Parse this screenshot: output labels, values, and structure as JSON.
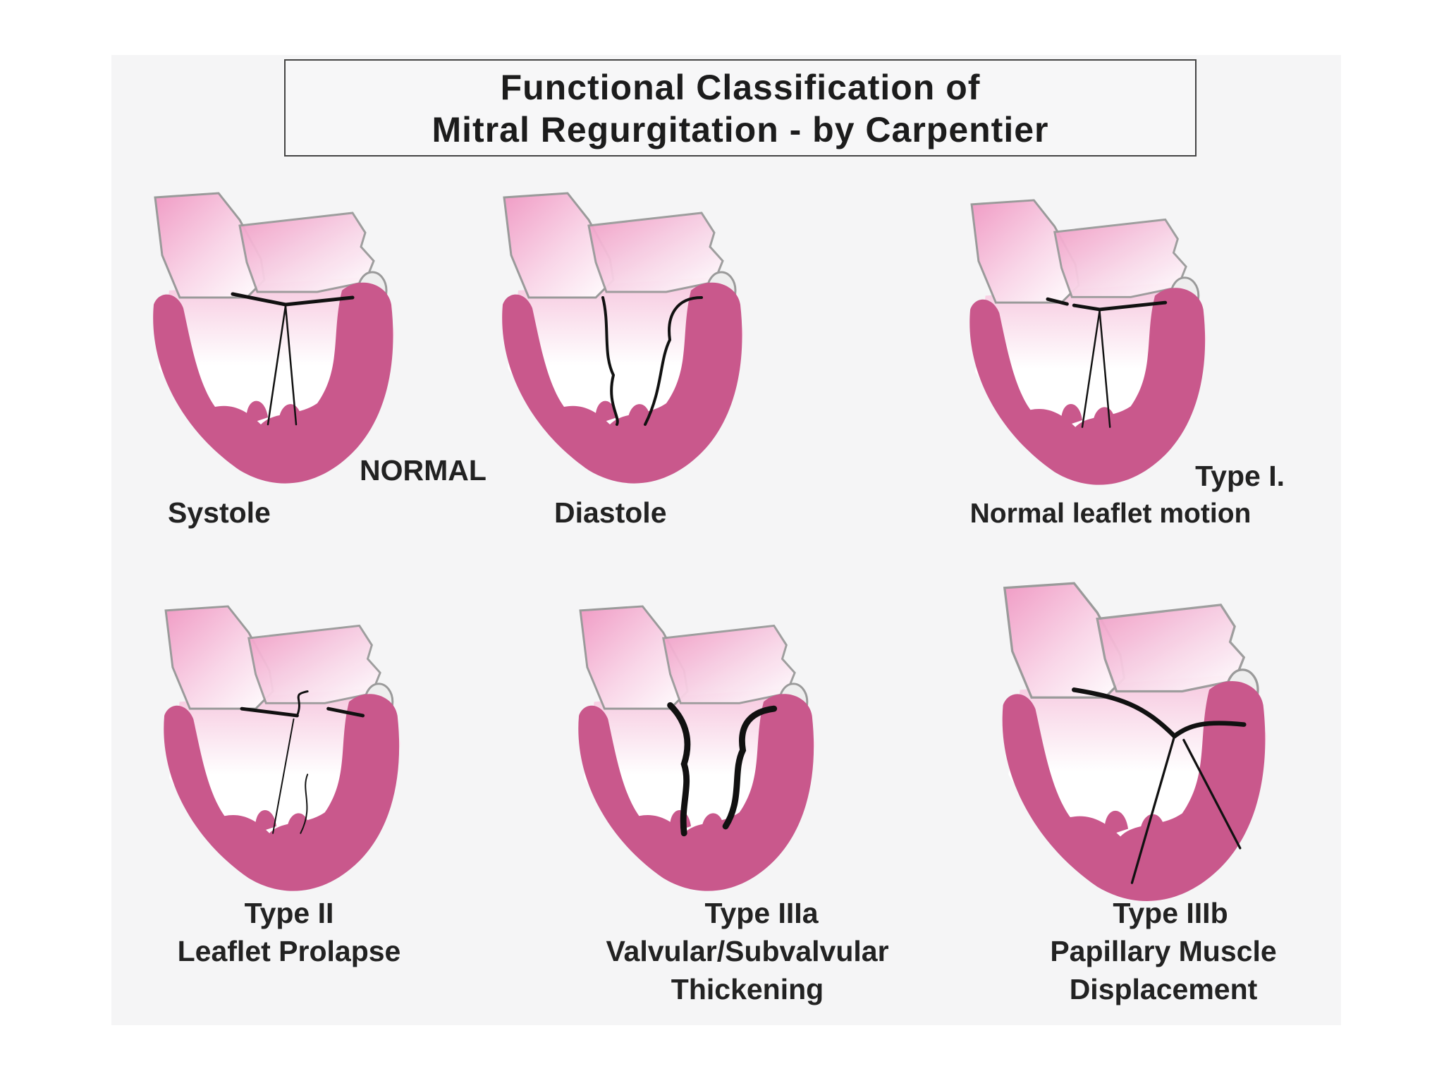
{
  "title": {
    "line1": "Functional Classification of",
    "line2": "Mitral Regurgitation - by Carpentier"
  },
  "colors": {
    "muscle": "#c9588c",
    "atrium_dark": "#f2a2c8",
    "chamber": "#ffffff",
    "outline": "#9a9a9a",
    "leaflet": "#111111"
  },
  "panels": [
    {
      "id": "systole",
      "lines": [
        "Systole"
      ]
    },
    {
      "id": "diastole",
      "lines": [
        "Diastole"
      ]
    },
    {
      "id": "type-i",
      "lines": [
        "Type I.",
        "Normal leaflet motion"
      ]
    },
    {
      "id": "type-ii",
      "lines": [
        "Type II",
        "Leaflet Prolapse"
      ]
    },
    {
      "id": "type-iiia",
      "lines": [
        "Type IIIa",
        "Valvular/Subvalvular",
        "Thickening"
      ]
    },
    {
      "id": "type-iiib",
      "lines": [
        "Type IIIb",
        "Papillary Muscle",
        "Displacement"
      ]
    }
  ],
  "normal_label": "NORMAL"
}
